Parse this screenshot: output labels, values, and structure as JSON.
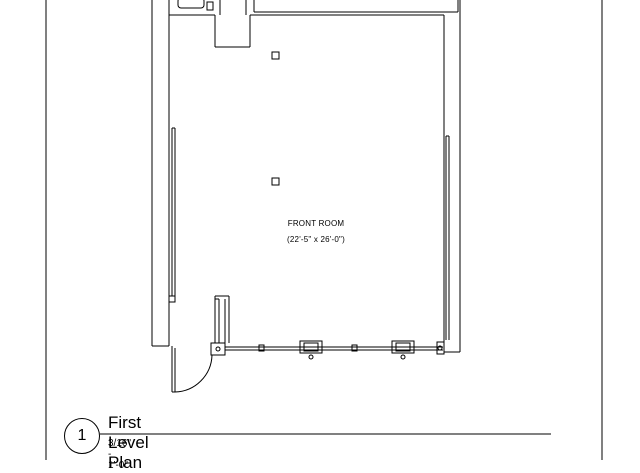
{
  "room": {
    "name": "FRONT ROOM",
    "dimensions": "(22'-5\" x 26'-0\")"
  },
  "title_block": {
    "number": "1",
    "title": "First Level Plan",
    "scale": "3/16\" - 1'-0\""
  },
  "colors": {
    "line": "#000000",
    "background": "#ffffff"
  }
}
